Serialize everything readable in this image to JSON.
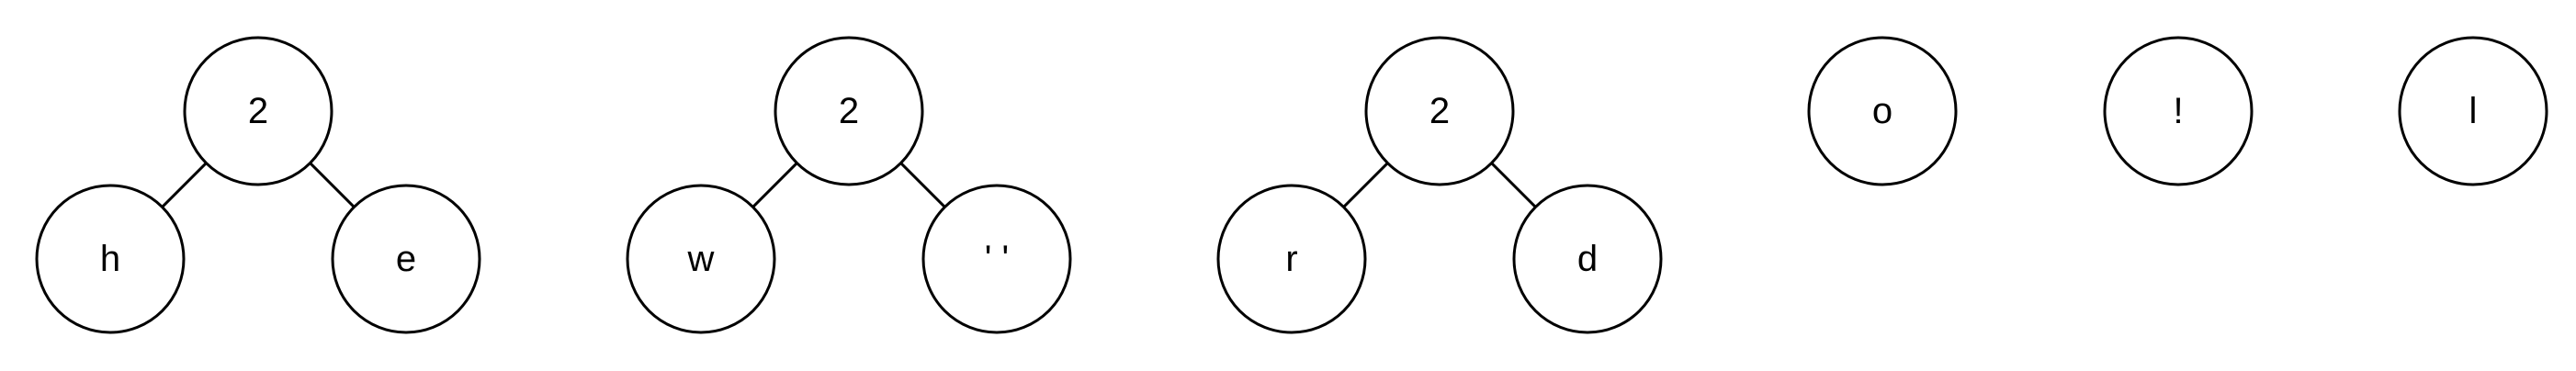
{
  "diagram": {
    "type": "forest",
    "trees": [
      {
        "root": "2",
        "children": [
          "h",
          "e"
        ]
      },
      {
        "root": "2",
        "children": [
          "w",
          "' '"
        ]
      },
      {
        "root": "2",
        "children": [
          "r",
          "d"
        ]
      },
      {
        "root": "o",
        "children": []
      },
      {
        "root": "!",
        "children": []
      },
      {
        "root": "l",
        "children": []
      }
    ]
  }
}
